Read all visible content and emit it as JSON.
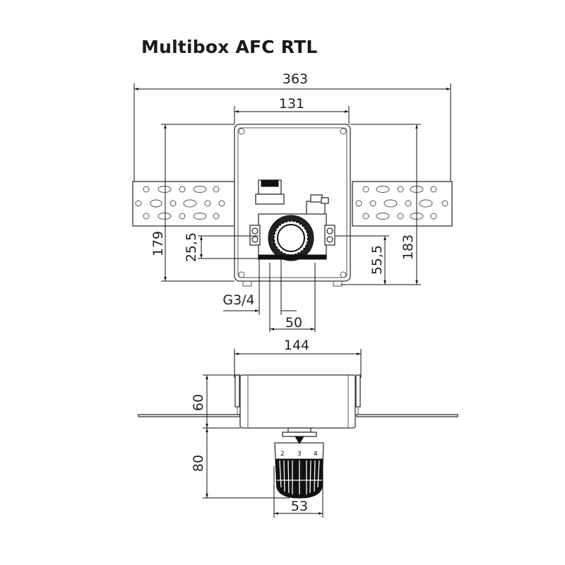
{
  "title": "Multibox AFC RTL",
  "front_view": {
    "overall_width": "363",
    "box_width": "131",
    "left_height": "179",
    "right_height": "183",
    "connection_height": "25,5",
    "connection_offset": "55,5",
    "thread": "G3/4",
    "connection_spacing": "50"
  },
  "side_view": {
    "box_width": "144",
    "box_depth": "60",
    "knob_projection": "80",
    "knob_diameter": "53",
    "knob_scale": [
      "2",
      "3",
      "4"
    ]
  }
}
